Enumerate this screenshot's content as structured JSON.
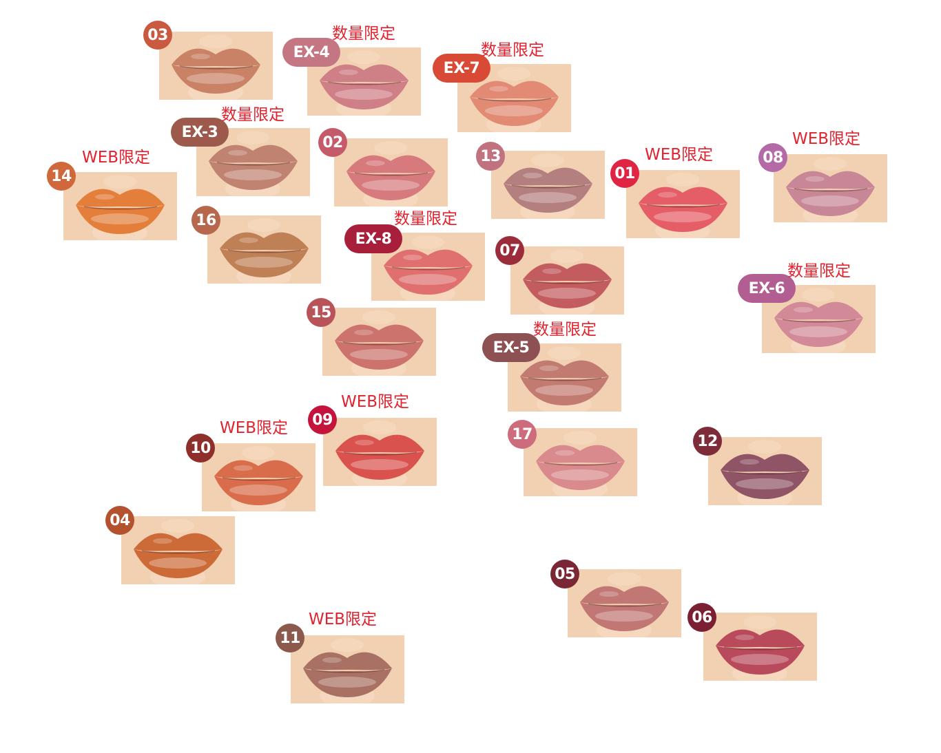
{
  "colors": {
    "label_red": "#e2232f",
    "skin": "#f1cfb0",
    "x_axis_gradient": [
      "#f0b919",
      "#b9c23a",
      "#6bb065",
      "#2f9a9e",
      "#1a7fd4"
    ],
    "y_axis_gradient": [
      "#e89aa0",
      "#c9303f",
      "#a3172c"
    ]
  },
  "swatches": [
    {
      "code": "03",
      "tag": "",
      "badge": "#c95a3f",
      "lip": "#c98266",
      "pill": false
    },
    {
      "code": "EX-4",
      "tag": "数量限定",
      "badge": "#c57683",
      "lip": "#cf7f86",
      "pill": true
    },
    {
      "code": "EX-7",
      "tag": "数量限定",
      "badge": "#d84a35",
      "lip": "#e28a74",
      "pill": true
    },
    {
      "code": "EX-3",
      "tag": "数量限定",
      "badge": "#9d5a4c",
      "lip": "#c08371",
      "pill": true
    },
    {
      "code": "02",
      "tag": "",
      "badge": "#c55a6b",
      "lip": "#d77a7d",
      "pill": false
    },
    {
      "code": "13",
      "tag": "",
      "badge": "#c1727f",
      "lip": "#b3807f",
      "pill": false
    },
    {
      "code": "01",
      "tag": "WEB限定",
      "badge": "#e02443",
      "lip": "#e55d66",
      "pill": false
    },
    {
      "code": "08",
      "tag": "WEB限定",
      "badge": "#b46aa6",
      "lip": "#c88796",
      "pill": false
    },
    {
      "code": "14",
      "tag": "WEB限定",
      "badge": "#d0683b",
      "lip": "#e37e3b",
      "pill": false
    },
    {
      "code": "16",
      "tag": "",
      "badge": "#b6674c",
      "lip": "#c08055",
      "pill": false
    },
    {
      "code": "EX-8",
      "tag": "数量限定",
      "badge": "#a81f3b",
      "lip": "#e0706f",
      "pill": true
    },
    {
      "code": "07",
      "tag": "",
      "badge": "#9b2d3b",
      "lip": "#c35c5e",
      "pill": false
    },
    {
      "code": "EX-6",
      "tag": "数量限定",
      "badge": "#b35e92",
      "lip": "#d28a98",
      "pill": true
    },
    {
      "code": "15",
      "tag": "",
      "badge": "#b9535a",
      "lip": "#cb736c",
      "pill": false
    },
    {
      "code": "EX-5",
      "tag": "数量限定",
      "badge": "#8d5153",
      "lip": "#c27b70",
      "pill": true
    },
    {
      "code": "09",
      "tag": "WEB限定",
      "badge": "#c4143c",
      "lip": "#d9524e",
      "pill": false
    },
    {
      "code": "10",
      "tag": "WEB限定",
      "badge": "#8e2f2b",
      "lip": "#d96c4a",
      "pill": false
    },
    {
      "code": "17",
      "tag": "",
      "badge": "#cd6c7c",
      "lip": "#d98a8d",
      "pill": false
    },
    {
      "code": "12",
      "tag": "",
      "badge": "#7f2c3a",
      "lip": "#8f5566",
      "pill": false
    },
    {
      "code": "04",
      "tag": "",
      "badge": "#b4522f",
      "lip": "#cc6b38",
      "pill": false
    },
    {
      "code": "05",
      "tag": "",
      "badge": "#7b2634",
      "lip": "#c17774",
      "pill": false
    },
    {
      "code": "06",
      "tag": "",
      "badge": "#7b1f33",
      "lip": "#b84a5b",
      "pill": false
    },
    {
      "code": "11",
      "tag": "WEB限定",
      "badge": "#8b5a4d",
      "lip": "#a87163",
      "pill": false
    }
  ]
}
